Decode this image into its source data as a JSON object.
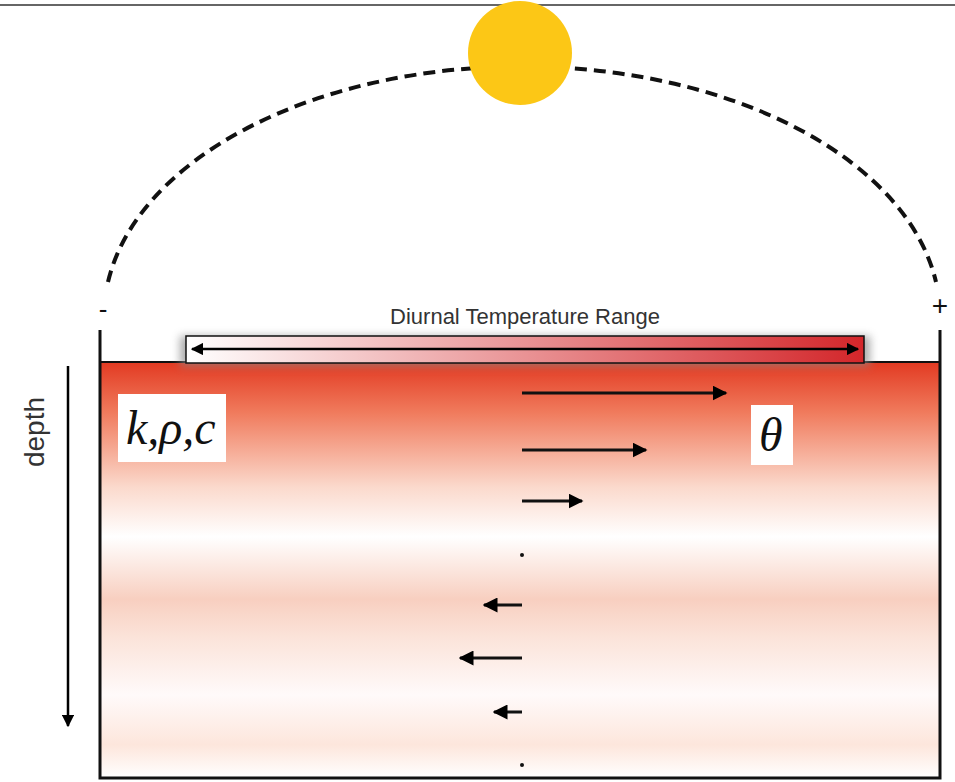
{
  "diagram": {
    "nodes": [
      {
        "text": [
          "k,ρ,c"
        ]
      },
      {
        "text": [
          "θ"
        ]
      }
    ],
    "labels": [
      "Diurnal Temperature Range",
      "-",
      "+",
      "depth"
    ]
  }
}
